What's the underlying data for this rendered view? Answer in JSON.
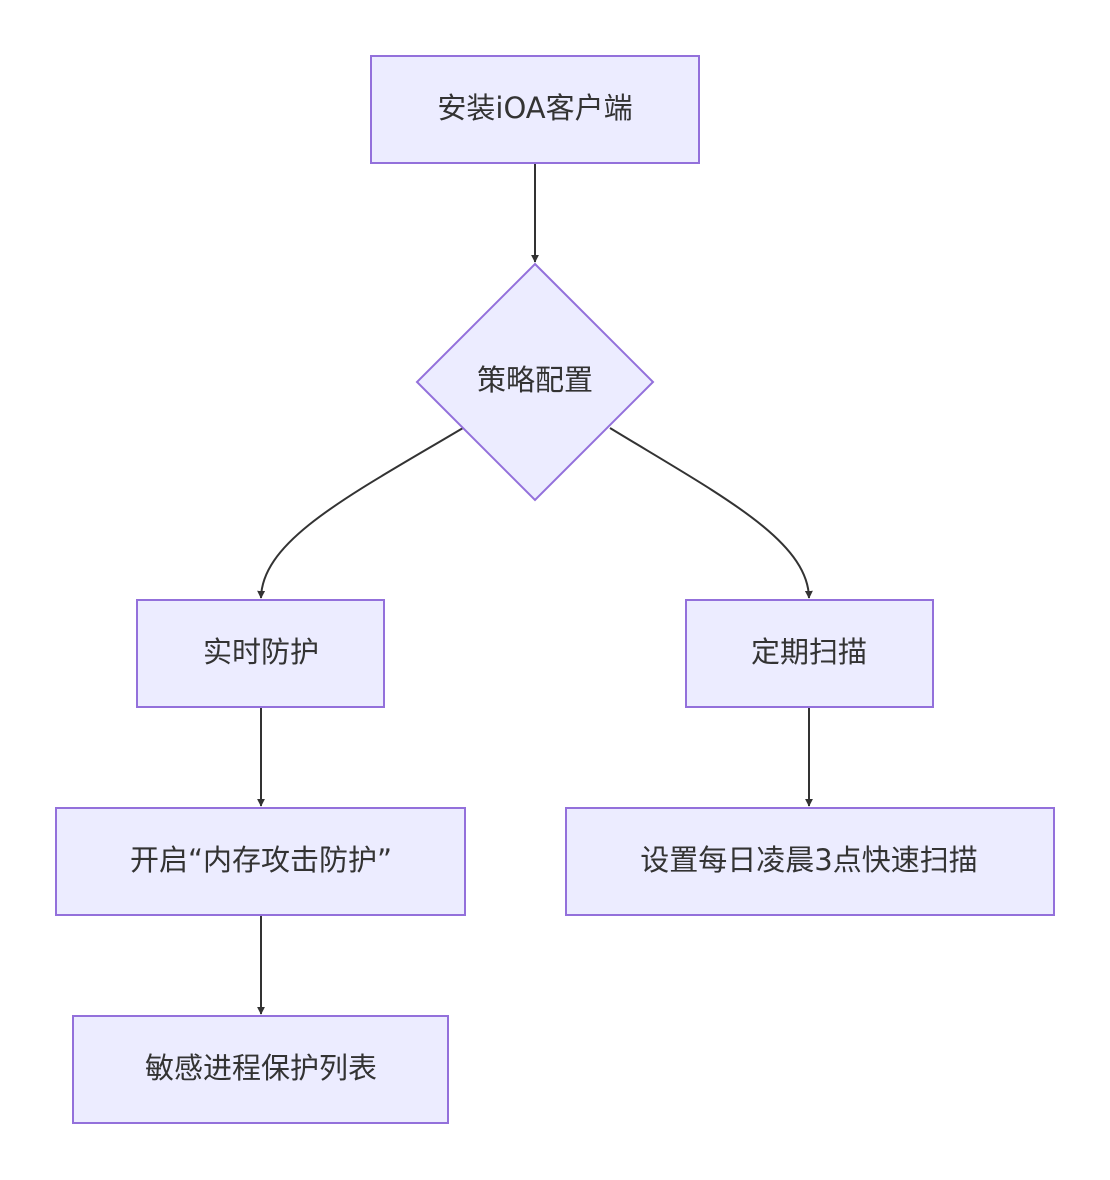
{
  "diagram": {
    "colors": {
      "node_fill": "#ECECFF",
      "node_stroke": "#9370DB",
      "edge": "#333333",
      "text": "#333333",
      "background": "#FFFFFF"
    },
    "nodes": {
      "install": {
        "label": "安装iOA客户端",
        "shape": "rect"
      },
      "policy": {
        "label": "策略配置",
        "shape": "diamond"
      },
      "realtime": {
        "label": "实时防护",
        "shape": "rect"
      },
      "scheduled": {
        "label": "定期扫描",
        "shape": "rect"
      },
      "memory": {
        "label": "开启“内存攻击防护”",
        "shape": "rect"
      },
      "daily": {
        "label": "设置每日凌晨3点快速扫描",
        "shape": "rect"
      },
      "sensitive": {
        "label": "敏感进程保护列表",
        "shape": "rect"
      }
    },
    "edges": [
      {
        "from": "install",
        "to": "policy"
      },
      {
        "from": "policy",
        "to": "realtime"
      },
      {
        "from": "policy",
        "to": "scheduled"
      },
      {
        "from": "realtime",
        "to": "memory"
      },
      {
        "from": "scheduled",
        "to": "daily"
      },
      {
        "from": "memory",
        "to": "sensitive"
      }
    ]
  }
}
